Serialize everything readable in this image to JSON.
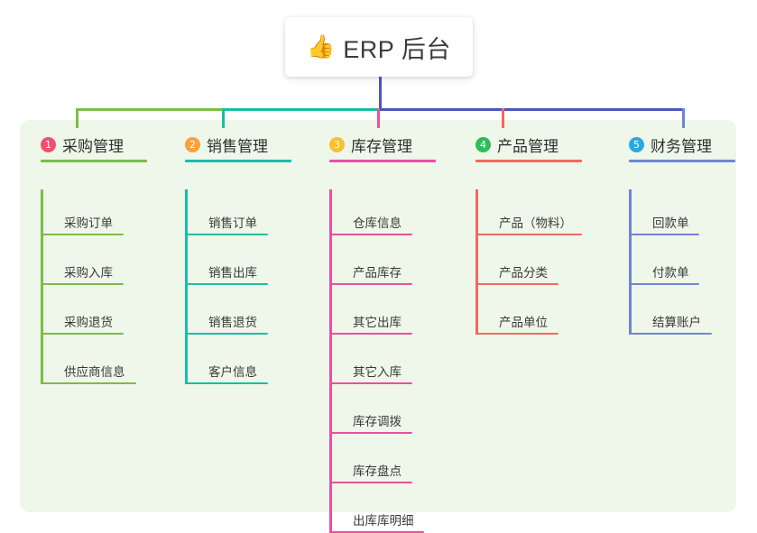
{
  "root": {
    "icon": "thumbs-up-icon",
    "emoji": "👍",
    "title": "ERP 后台"
  },
  "colors": {
    "panel_bg": "#eef7e9",
    "page_bg": "#ffffff",
    "stem": "#4a58c0",
    "text": "#3a3a3a",
    "branch1": "#7ebb48",
    "branch2": "#16bfa5",
    "branch3": "#e8519f",
    "branch4": "#f4685f",
    "branch5": "#6f84d8",
    "badge1": "#f0506e",
    "badge2": "#f9a03c",
    "badge3": "#fbc02d",
    "badge4": "#2ebd59",
    "badge5": "#2ba8e0"
  },
  "branches": [
    {
      "number": "1",
      "label": "采购管理",
      "badge_color": "#f0506e",
      "line_color": "#7ebb48",
      "rule_width": 118,
      "leaves": [
        {
          "label": "采购订单",
          "rule_width": 92
        },
        {
          "label": "采购入库",
          "rule_width": 92
        },
        {
          "label": "采购退货",
          "rule_width": 92
        },
        {
          "label": "供应商信息",
          "rule_width": 106
        }
      ]
    },
    {
      "number": "2",
      "label": "销售管理",
      "badge_color": "#f9a03c",
      "line_color": "#16bfa5",
      "rule_width": 118,
      "leaves": [
        {
          "label": "销售订单",
          "rule_width": 92
        },
        {
          "label": "销售出库",
          "rule_width": 92
        },
        {
          "label": "销售退货",
          "rule_width": 92
        },
        {
          "label": "客户信息",
          "rule_width": 92
        }
      ]
    },
    {
      "number": "3",
      "label": "库存管理",
      "badge_color": "#fbc02d",
      "line_color": "#e8519f",
      "rule_width": 118,
      "leaves": [
        {
          "label": "仓库信息",
          "rule_width": 92
        },
        {
          "label": "产品库存",
          "rule_width": 92
        },
        {
          "label": "其它出库",
          "rule_width": 92
        },
        {
          "label": "其它入库",
          "rule_width": 92
        },
        {
          "label": "库存调拨",
          "rule_width": 92
        },
        {
          "label": "库存盘点",
          "rule_width": 92
        },
        {
          "label": "出库库明细",
          "rule_width": 105
        }
      ]
    },
    {
      "number": "4",
      "label": "产品管理",
      "badge_color": "#2ebd59",
      "line_color": "#f4685f",
      "rule_width": 118,
      "leaves": [
        {
          "label": "产品（物料）",
          "rule_width": 118
        },
        {
          "label": "产品分类",
          "rule_width": 92
        },
        {
          "label": "产品单位",
          "rule_width": 92
        }
      ]
    },
    {
      "number": "5",
      "label": "财务管理",
      "badge_color": "#2ba8e0",
      "line_color": "#6f84d8",
      "rule_width": 118,
      "leaves": [
        {
          "label": "回款单",
          "rule_width": 78
        },
        {
          "label": "付款单",
          "rule_width": 78
        },
        {
          "label": "结算账户",
          "rule_width": 92
        }
      ]
    }
  ]
}
